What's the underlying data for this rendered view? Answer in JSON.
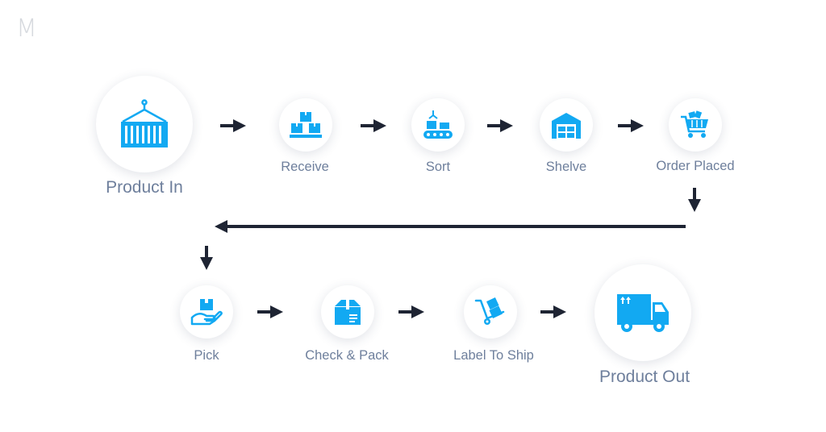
{
  "brand": {
    "logo_text": "M"
  },
  "colors": {
    "icon": "#12a9f2",
    "arrow": "#1e2433",
    "label": "#6e7f9c"
  },
  "steps": [
    {
      "id": "product-in",
      "label": "Product In",
      "icon": "shipping-container-icon"
    },
    {
      "id": "receive",
      "label": "Receive",
      "icon": "boxes-stack-icon"
    },
    {
      "id": "sort",
      "label": "Sort",
      "icon": "conveyor-sort-icon"
    },
    {
      "id": "shelve",
      "label": "Shelve",
      "icon": "warehouse-icon"
    },
    {
      "id": "order-placed",
      "label": "Order Placed",
      "icon": "shopping-cart-icon"
    },
    {
      "id": "pick",
      "label": "Pick",
      "icon": "hand-box-icon"
    },
    {
      "id": "check-pack",
      "label": "Check & Pack",
      "icon": "package-icon"
    },
    {
      "id": "label-to-ship",
      "label": "Label To Ship",
      "icon": "hand-truck-icon"
    },
    {
      "id": "product-out",
      "label": "Product Out",
      "icon": "delivery-truck-icon"
    }
  ]
}
